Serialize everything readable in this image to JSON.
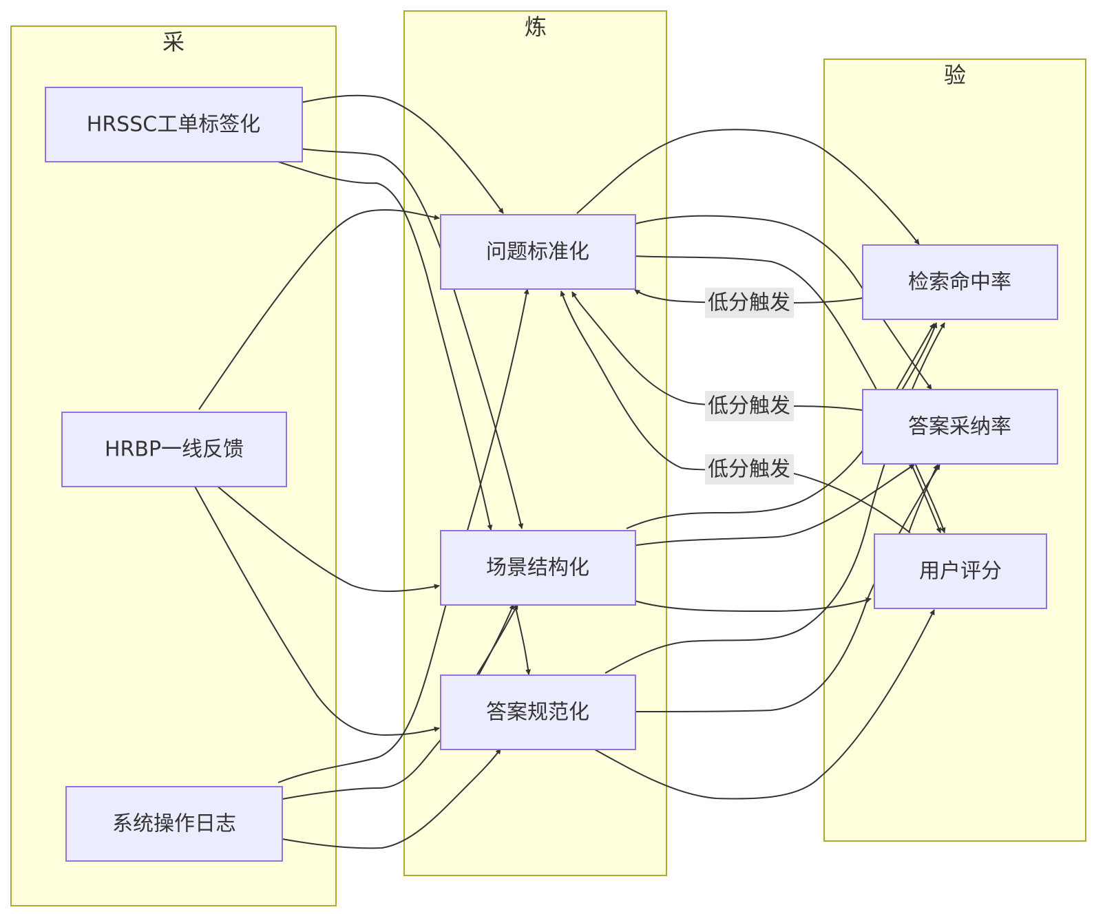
{
  "clusters": {
    "collect": {
      "title": "采"
    },
    "refine": {
      "title": "炼"
    },
    "verify": {
      "title": "验"
    }
  },
  "nodes": {
    "hrssc": {
      "label": "HRSSC工单标签化"
    },
    "hrbp": {
      "label": "HRBP一线反馈"
    },
    "syslog": {
      "label": "系统操作日志"
    },
    "question": {
      "label": "问题标准化"
    },
    "scene": {
      "label": "场景结构化"
    },
    "answer": {
      "label": "答案规范化"
    },
    "hitrate": {
      "label": "检索命中率"
    },
    "adoption": {
      "label": "答案采纳率"
    },
    "rating": {
      "label": "用户评分"
    }
  },
  "edge_labels": {
    "hitrate_feedback": "低分触发",
    "adoption_feedback": "低分触发",
    "rating_feedback": "低分触发"
  }
}
